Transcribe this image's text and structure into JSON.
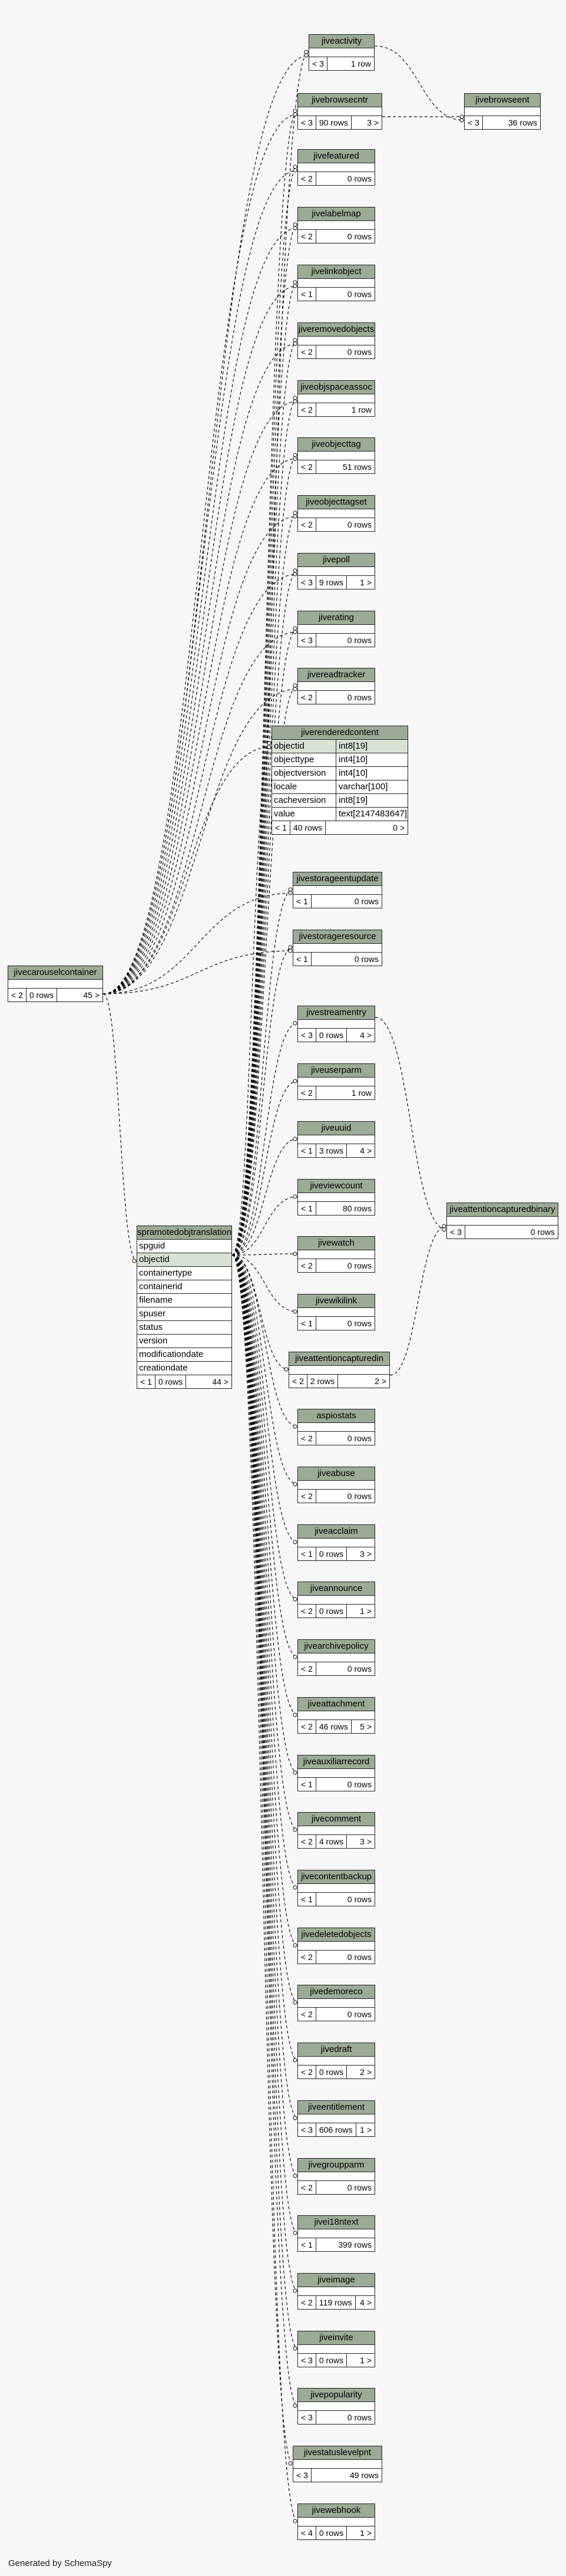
{
  "credit": "Generated by SchemaSpy",
  "tables": {
    "jiveactivity": {
      "name": "jiveactivity",
      "children": "< 3",
      "rows": "1 row"
    },
    "jivebrowsecntr": {
      "name": "jivebrowsecntr",
      "parents": "< 3",
      "rows": "90 rows",
      "children": "3 >"
    },
    "jivebrowseent": {
      "name": "jivebrowseent",
      "parents": "< 3",
      "rows": "36 rows"
    },
    "jivefeatured": {
      "name": "jivefeatured",
      "parents": "< 2",
      "rows": "0 rows"
    },
    "jivelabelmap": {
      "name": "jivelabelmap",
      "parents": "< 2",
      "rows": "0 rows"
    },
    "jivelinkobject": {
      "name": "jivelinkobject",
      "parents": "< 1",
      "rows": "0 rows"
    },
    "jiveremovedobjects": {
      "name": "jiveremovedobjects",
      "parents": "< 2",
      "rows": "0 rows"
    },
    "jiveobjspaceassoc": {
      "name": "jiveobjspaceassoc",
      "parents": "< 2",
      "rows": "1 row"
    },
    "jiveobjecttag": {
      "name": "jiveobjecttag",
      "parents": "< 2",
      "rows": "51 rows"
    },
    "jiveobjecttagset": {
      "name": "jiveobjecttagset",
      "parents": "< 2",
      "rows": "0 rows"
    },
    "jivepoll": {
      "name": "jivepoll",
      "parents": "< 3",
      "rows": "9 rows",
      "children": "1 >"
    },
    "jiverating": {
      "name": "jiverating",
      "parents": "< 3",
      "rows": "0 rows"
    },
    "jivereadtracker": {
      "name": "jivereadtracker",
      "parents": "< 2",
      "rows": "0 rows"
    },
    "jiverenderedcontent": {
      "name": "jiverenderedcontent",
      "columns": [
        {
          "name": "objectid",
          "type": "int8[19]"
        },
        {
          "name": "objecttype",
          "type": "int4[10]"
        },
        {
          "name": "objectversion",
          "type": "int4[10]"
        },
        {
          "name": "locale",
          "type": "varchar[100]"
        },
        {
          "name": "cacheversion",
          "type": "int8[19]"
        },
        {
          "name": "value",
          "type": "text[2147483647]"
        }
      ],
      "parents": "< 1",
      "rows": "40 rows",
      "children": "0 >"
    },
    "jivestorageentupdate": {
      "name": "jivestorageentupdate",
      "parents": "< 1",
      "rows": "0 rows"
    },
    "jivestorageresource": {
      "name": "jivestorageresource",
      "parents": "< 1",
      "rows": "0 rows"
    },
    "jivecarouselcontainer": {
      "name": "jivecarouselcontainer",
      "parents": "< 2",
      "rows": "0 rows",
      "children": "45 >"
    },
    "jivestreamentry": {
      "name": "jivestreamentry",
      "parents": "< 3",
      "rows": "0 rows",
      "children": "4 >"
    },
    "jiveuserparm": {
      "name": "jiveuserparm",
      "parents": "< 2",
      "rows": "1 row"
    },
    "jiveuuid": {
      "name": "jiveuuid",
      "parents": "< 1",
      "rows": "3 rows",
      "children": "4 >"
    },
    "jiveviewcount": {
      "name": "jiveviewcount",
      "parents": "< 1",
      "rows": "80 rows"
    },
    "jiveattentioncapturedbinary": {
      "name": "jiveattentioncapturedbinary",
      "parents": "< 3",
      "rows": "0 rows"
    },
    "jivewatch": {
      "name": "jivewatch",
      "parents": "< 2",
      "rows": "0 rows"
    },
    "jivewikilink": {
      "name": "jivewikilink",
      "parents": "< 1",
      "rows": "0 rows"
    },
    "spramotedobjtranslation": {
      "name": "spramotedobjtranslation",
      "columns": [
        "spguid",
        "objectid",
        "containertype",
        "containerid",
        "filename",
        "spuser",
        "status",
        "version",
        "modificationdate",
        "creationdate"
      ],
      "parents": "< 1",
      "rows": "0 rows",
      "children": "44 >"
    },
    "jiveattentioncapturedin": {
      "name": "jiveattentioncapturedin",
      "parents": "< 2",
      "rows": "2 rows",
      "children": "2 >"
    },
    "aspiostats": {
      "name": "aspiostats",
      "parents": "< 2",
      "rows": "0 rows"
    },
    "jiveabuse": {
      "name": "jiveabuse",
      "parents": "< 2",
      "rows": "0 rows"
    },
    "jiveacclaim": {
      "name": "jiveacclaim",
      "parents": "< 1",
      "rows": "0 rows",
      "children": "3 >"
    },
    "jiveannounce": {
      "name": "jiveannounce",
      "parents": "< 2",
      "rows": "0 rows",
      "children": "1 >"
    },
    "jivearchivepolicy": {
      "name": "jivearchivepolicy",
      "parents": "< 2",
      "rows": "0 rows"
    },
    "jiveattachment": {
      "name": "jiveattachment",
      "parents": "< 2",
      "rows": "46 rows",
      "children": "5 >"
    },
    "jiveauxiliarrecord": {
      "name": "jiveauxiliarrecord",
      "parents": "< 1",
      "rows": "0 rows"
    },
    "jivecomment": {
      "name": "jivecomment",
      "parents": "< 2",
      "rows": "4 rows",
      "children": "3 >"
    },
    "jivecontentbackup": {
      "name": "jivecontentbackup",
      "parents": "< 1",
      "rows": "0 rows"
    },
    "jivedeletedobjects": {
      "name": "jivedeletedobjects",
      "parents": "< 2",
      "rows": "0 rows"
    },
    "jivedemoreco": {
      "name": "jivedemoreco",
      "parents": "< 2",
      "rows": "0 rows"
    },
    "jivedraft": {
      "name": "jivedraft",
      "parents": "< 2",
      "rows": "0 rows",
      "children": "2 >"
    },
    "jiveentitlement": {
      "name": "jiveentitlement",
      "parents": "< 3",
      "rows": "606 rows",
      "children": "1 >"
    },
    "jivegroupparm": {
      "name": "jivegroupparm",
      "parents": "< 2",
      "rows": "0 rows"
    },
    "jivei18ntext": {
      "name": "jivei18ntext",
      "parents": "< 1",
      "rows": "399 rows"
    },
    "jiveimage": {
      "name": "jiveimage",
      "parents": "< 2",
      "rows": "119 rows",
      "children": "4 >"
    },
    "jiveinvite": {
      "name": "jiveinvite",
      "parents": "< 3",
      "rows": "0 rows",
      "children": "1 >"
    },
    "jivepopularity": {
      "name": "jivepopularity",
      "parents": "< 3",
      "rows": "0 rows"
    },
    "jivestatuslevelpnt": {
      "name": "jivestatuslevelpnt",
      "parents": "< 3",
      "rows": "49 rows"
    },
    "jivewebhook": {
      "name": "jivewebhook",
      "parents": "< 4",
      "rows": "0 rows",
      "children": "1 >"
    }
  }
}
